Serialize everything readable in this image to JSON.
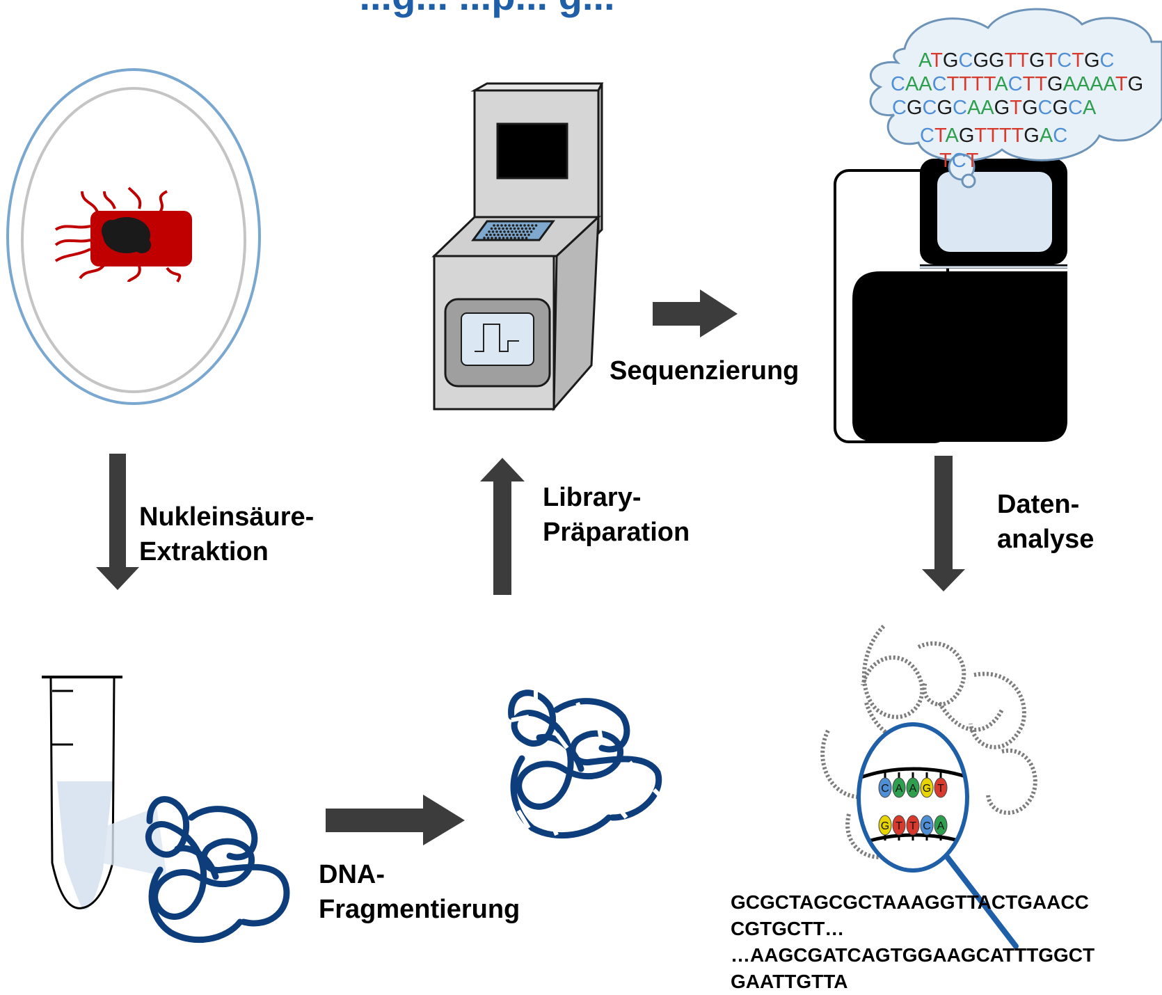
{
  "title": "...g... ...p... g...",
  "labels": {
    "extraction_line1": "Nukleinsäure-",
    "extraction_line2": "Extraktion",
    "library_line1": "Library-",
    "library_line2": "Präparation",
    "sequencing": "Sequenzierung",
    "data_line1": "Daten-",
    "data_line2": "analyse",
    "fragment_line1": "DNA-",
    "fragment_line2": "Fragmentierung"
  },
  "result_sequence": {
    "line1": "GCGCTAGCGCTAAAGGTTACTGAACC",
    "line2": "CGTGCTT…",
    "line3": "…AAGCGATCAGTGGAAGCATTTGGCT",
    "line4": "GAATTGTTA"
  },
  "cloud_sequence": {
    "line1": "ATGCGGTTGTCTGC",
    "line2": "CAACTTTTACTTGAAAATG",
    "line3": "CGCGCAAGTGCGCA",
    "line4": "CTAGTTTTGAC",
    "line5": "TCT"
  },
  "magnifier_bases": {
    "top": [
      "C",
      "A",
      "A",
      "G",
      "T"
    ],
    "bottom": [
      "G",
      "T",
      "T",
      "C",
      "A"
    ]
  },
  "colors": {
    "arrow": "#3c3c3c",
    "dna_blue": "#0d3d7a",
    "petri_outer": "#7aa7cf",
    "petri_inner": "#c4c4c4",
    "bacterium": "#c00000",
    "base_A": "#2e9e4f",
    "base_C": "#4f8fd6",
    "base_G": "#e8d400",
    "base_T": "#d83a2e",
    "cloud_fill": "#e8f1f8",
    "cloud_stroke": "#6d94b8"
  },
  "icons": [
    "petri-dish-icon",
    "bacterium-icon",
    "tube-icon",
    "dna-coil-icon",
    "fragmented-dna-icon",
    "library-prep-machine-icon",
    "sequencer-icon",
    "thought-cloud-icon",
    "genome-icon",
    "magnifier-icon"
  ]
}
